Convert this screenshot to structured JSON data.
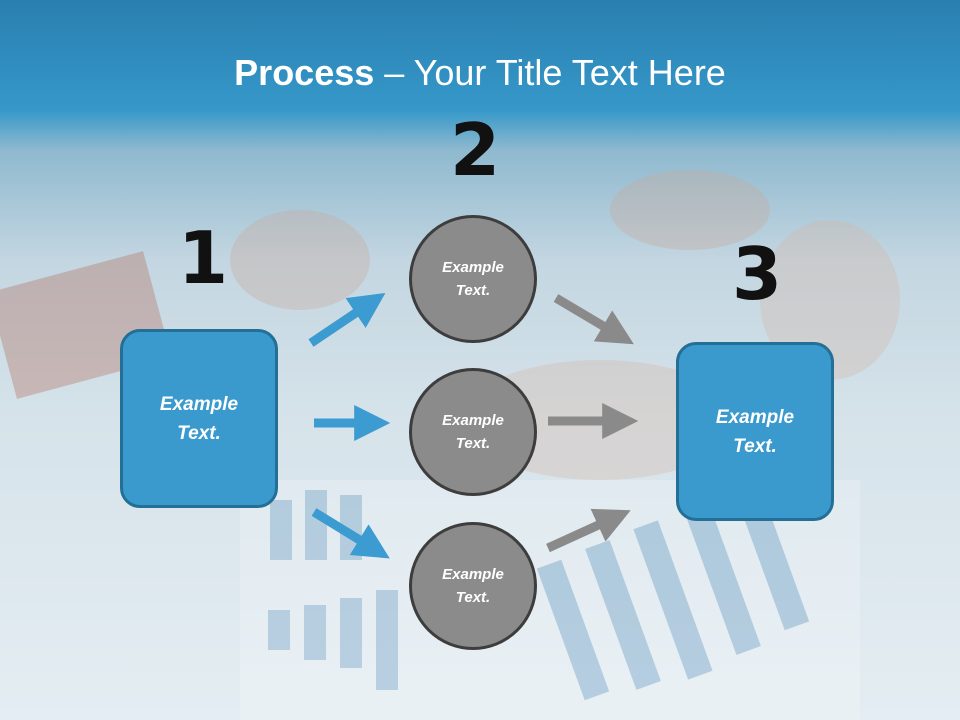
{
  "title": {
    "bold": "Process",
    "rest": " – Your Title Text Here"
  },
  "steps": {
    "one": {
      "number": "1",
      "label": "Example Text."
    },
    "two": {
      "number": "2"
    },
    "three": {
      "number": "3",
      "label": "Example Text."
    }
  },
  "circles": [
    {
      "label": "Example Text."
    },
    {
      "label": "Example Text."
    },
    {
      "label": "Example Text."
    }
  ],
  "colors": {
    "box_fill": "#3a9acd",
    "box_border": "#236f96",
    "circle_fill": "#8b8b8b",
    "circle_border": "#3d3d3d",
    "arrow_blue": "#3c9bd0",
    "arrow_gray": "#8a8a8a",
    "header": "#2a7fb0"
  }
}
